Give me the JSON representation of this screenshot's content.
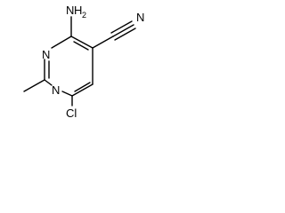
{
  "molecule": {
    "atoms": {
      "amino_n": "N",
      "amino_h2": "H",
      "amino_sub": "2",
      "ring_n_upper": "N",
      "ring_n_lower": "N",
      "nitrile_n": "N",
      "chlorine": "Cl"
    },
    "colors": {
      "bond": "#000000",
      "text": "#000000",
      "background": "#ffffff"
    }
  }
}
